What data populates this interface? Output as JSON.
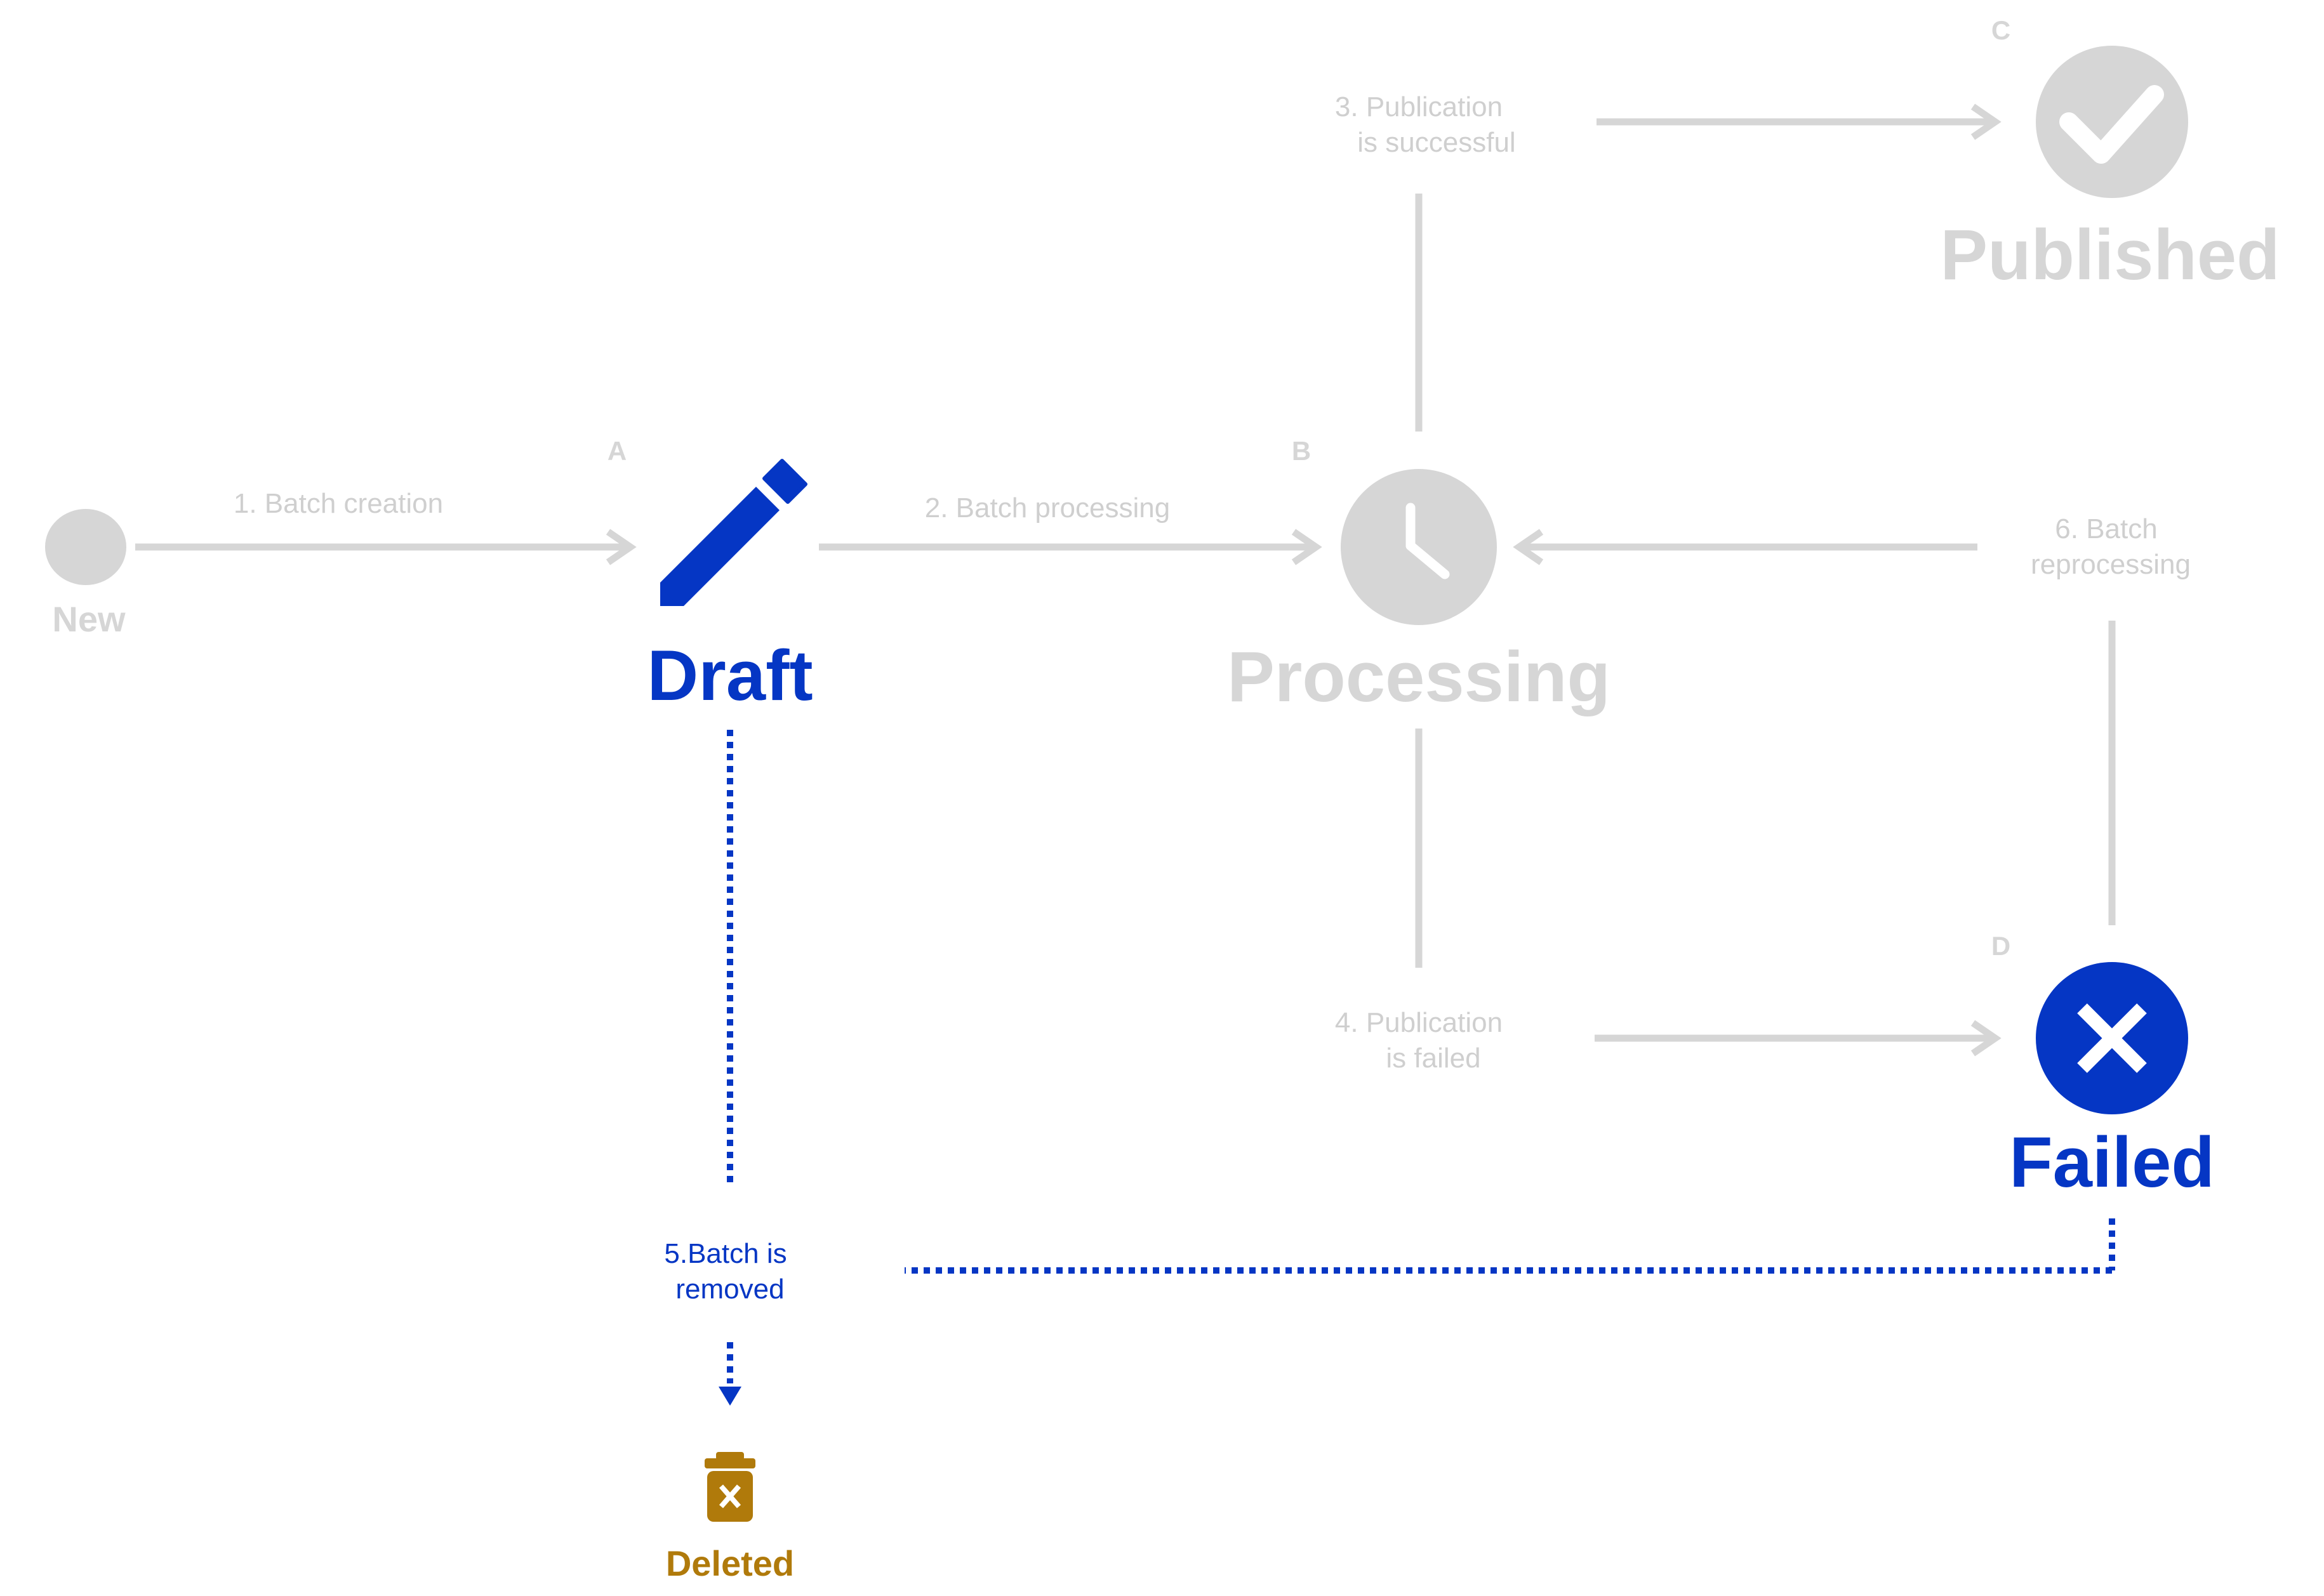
{
  "colors": {
    "inactive": "#d6d6d6",
    "inactive_text": "#cfcfcf",
    "active": "#0536c4",
    "deleted": "#b07a0b",
    "background": "#ffffff"
  },
  "states": {
    "new": {
      "label": "New",
      "letter": ""
    },
    "draft": {
      "label": "Draft",
      "letter": "A",
      "icon": "pencil-icon"
    },
    "processing": {
      "label": "Processing",
      "letter": "B",
      "icon": "clock-icon"
    },
    "published": {
      "label": "Published",
      "letter": "C",
      "icon": "checkmark-icon"
    },
    "failed": {
      "label": "Failed",
      "letter": "D",
      "icon": "close-icon"
    },
    "deleted": {
      "label": "Deleted",
      "icon": "trash-icon"
    }
  },
  "transitions": {
    "t1": {
      "line1": "1. Batch creation"
    },
    "t2": {
      "line1": "2. Batch processing"
    },
    "t3": {
      "line1": "3. Publication",
      "line2": "is successful"
    },
    "t4": {
      "line1": "4. Publication",
      "line2": "is failed"
    },
    "t5": {
      "line1": "5.Batch is",
      "line2": "removed"
    },
    "t6": {
      "line1": "6. Batch",
      "line2": "reprocessing"
    }
  }
}
